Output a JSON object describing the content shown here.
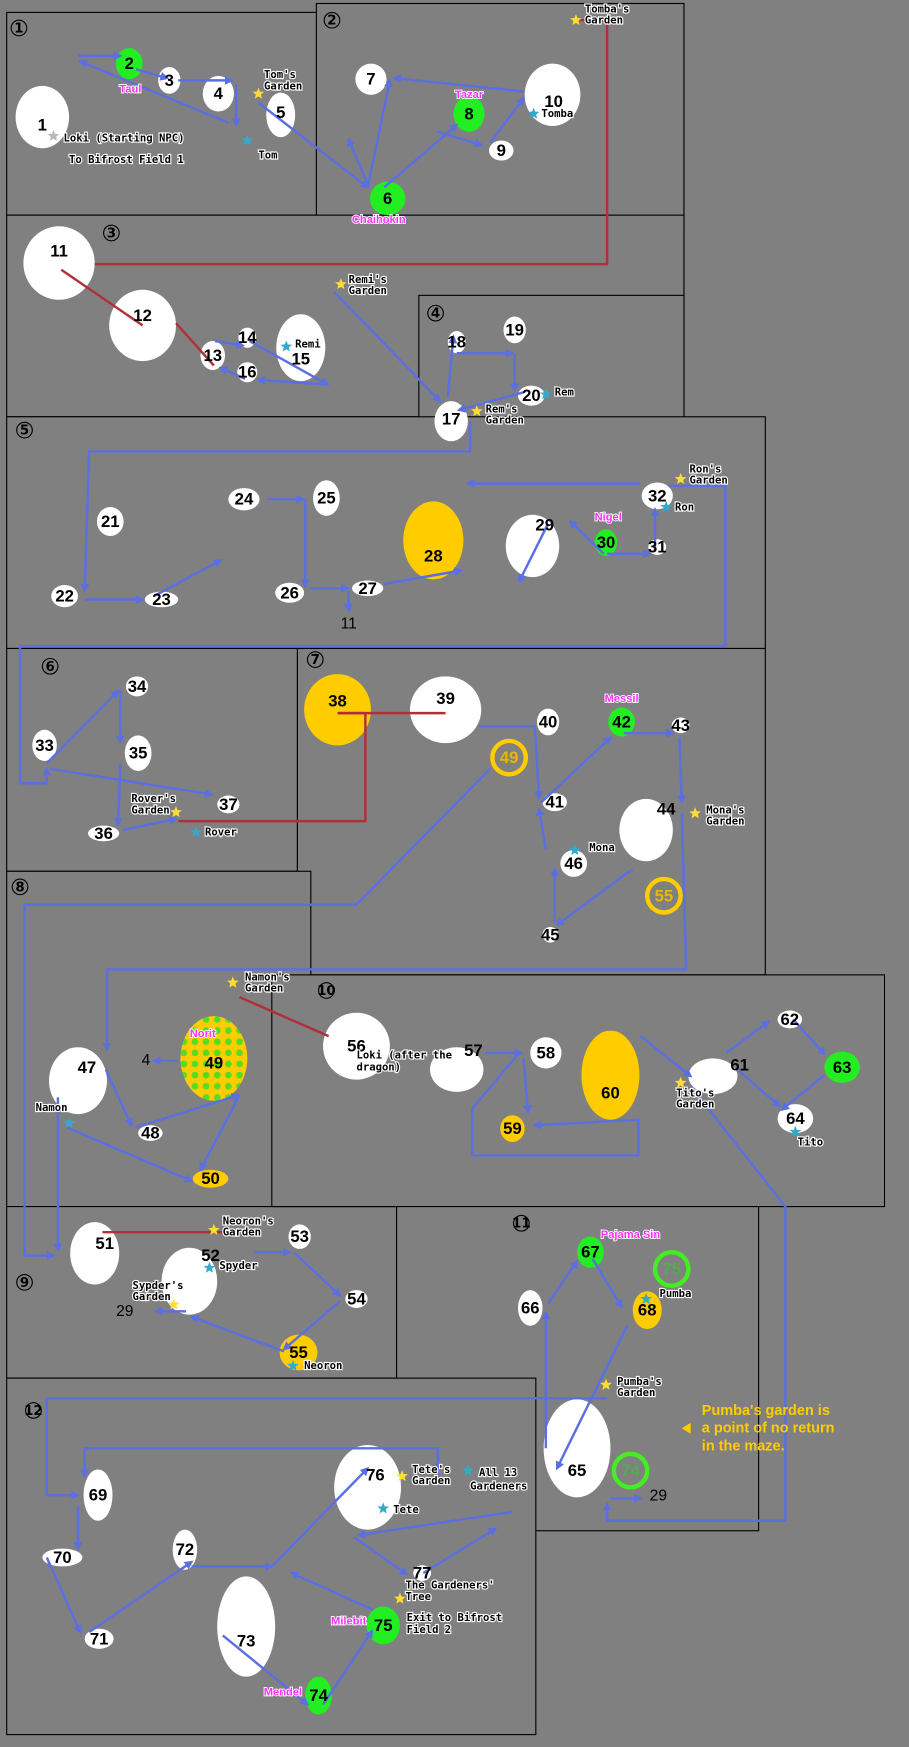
{
  "title": "Bifrost maze map",
  "colors": {
    "blue_path": "#5b6fe0",
    "red_path": "#b0303a",
    "white_area": "#ffffff",
    "green_area": "#22ee22",
    "yellow_area": "#ffcc00",
    "npc": "#ff30ff",
    "npc_star": "#33aacc",
    "garden_star": "#ffdd33",
    "note": "#ffcc00"
  },
  "regions": [
    "1",
    "2",
    "3",
    "4",
    "5",
    "6",
    "7",
    "8",
    "9",
    "10",
    "11",
    "12"
  ],
  "nodes": [
    {
      "id": "1",
      "kind": "white"
    },
    {
      "id": "2",
      "kind": "green"
    },
    {
      "id": "3",
      "kind": "white"
    },
    {
      "id": "4",
      "kind": "white"
    },
    {
      "id": "5",
      "kind": "white"
    },
    {
      "id": "6",
      "kind": "green"
    },
    {
      "id": "7",
      "kind": "white"
    },
    {
      "id": "8",
      "kind": "green"
    },
    {
      "id": "9",
      "kind": "white"
    },
    {
      "id": "10",
      "kind": "white"
    },
    {
      "id": "11",
      "kind": "white"
    },
    {
      "id": "12",
      "kind": "white"
    },
    {
      "id": "13",
      "kind": "white"
    },
    {
      "id": "14",
      "kind": "white"
    },
    {
      "id": "15",
      "kind": "white"
    },
    {
      "id": "16",
      "kind": "white"
    },
    {
      "id": "17",
      "kind": "white"
    },
    {
      "id": "18",
      "kind": "white"
    },
    {
      "id": "19",
      "kind": "white"
    },
    {
      "id": "20",
      "kind": "white"
    },
    {
      "id": "21",
      "kind": "white"
    },
    {
      "id": "22",
      "kind": "white"
    },
    {
      "id": "23",
      "kind": "white"
    },
    {
      "id": "24",
      "kind": "white"
    },
    {
      "id": "25",
      "kind": "white"
    },
    {
      "id": "26",
      "kind": "white"
    },
    {
      "id": "27",
      "kind": "white"
    },
    {
      "id": "28",
      "kind": "yellow"
    },
    {
      "id": "29",
      "kind": "white"
    },
    {
      "id": "30",
      "kind": "green"
    },
    {
      "id": "31",
      "kind": "white"
    },
    {
      "id": "32",
      "kind": "white"
    },
    {
      "id": "33",
      "kind": "white"
    },
    {
      "id": "34",
      "kind": "white"
    },
    {
      "id": "35",
      "kind": "white"
    },
    {
      "id": "36",
      "kind": "white"
    },
    {
      "id": "37",
      "kind": "white"
    },
    {
      "id": "38",
      "kind": "yellow"
    },
    {
      "id": "39",
      "kind": "white"
    },
    {
      "id": "40",
      "kind": "white"
    },
    {
      "id": "41",
      "kind": "white"
    },
    {
      "id": "42",
      "kind": "green"
    },
    {
      "id": "43",
      "kind": "white"
    },
    {
      "id": "44",
      "kind": "white"
    },
    {
      "id": "45",
      "kind": "white"
    },
    {
      "id": "46",
      "kind": "white"
    },
    {
      "id": "47",
      "kind": "white"
    },
    {
      "id": "48",
      "kind": "white"
    },
    {
      "id": "49",
      "kind": "yellow-dotted"
    },
    {
      "id": "50",
      "kind": "yellow"
    },
    {
      "id": "51",
      "kind": "white"
    },
    {
      "id": "52",
      "kind": "white"
    },
    {
      "id": "53",
      "kind": "white"
    },
    {
      "id": "54",
      "kind": "white"
    },
    {
      "id": "55",
      "kind": "yellow"
    },
    {
      "id": "56",
      "kind": "white"
    },
    {
      "id": "57",
      "kind": "white"
    },
    {
      "id": "58",
      "kind": "white"
    },
    {
      "id": "59",
      "kind": "yellow"
    },
    {
      "id": "60",
      "kind": "yellow"
    },
    {
      "id": "61",
      "kind": "white"
    },
    {
      "id": "62",
      "kind": "white"
    },
    {
      "id": "63",
      "kind": "green"
    },
    {
      "id": "64",
      "kind": "white"
    },
    {
      "id": "65",
      "kind": "white"
    },
    {
      "id": "66",
      "kind": "white"
    },
    {
      "id": "67",
      "kind": "green"
    },
    {
      "id": "68",
      "kind": "yellow"
    },
    {
      "id": "69",
      "kind": "white"
    },
    {
      "id": "70",
      "kind": "white"
    },
    {
      "id": "71",
      "kind": "white"
    },
    {
      "id": "72",
      "kind": "white"
    },
    {
      "id": "73",
      "kind": "white"
    },
    {
      "id": "74",
      "kind": "green"
    },
    {
      "id": "75",
      "kind": "green"
    },
    {
      "id": "76",
      "kind": "white"
    },
    {
      "id": "77",
      "kind": "white"
    }
  ],
  "rings": [
    {
      "id": "49",
      "color": "yellow"
    },
    {
      "id": "55",
      "color": "yellow"
    },
    {
      "id": "75",
      "color": "green"
    },
    {
      "id": "74",
      "color": "green"
    }
  ],
  "exit_refs": [
    "11",
    "4",
    "29",
    "29"
  ],
  "monsters": [
    "Taul",
    "Tazar",
    "Chaihokin",
    "Nigel",
    "Messil",
    "Norit",
    "Pajama Sin",
    "Milebit",
    "Mendel"
  ],
  "gardeners": [
    "Tom",
    "Tomba",
    "Remi",
    "Rem",
    "Ron",
    "Mona",
    "Rover",
    "Namon",
    "Spyder",
    "Neoron",
    "Tito",
    "Pumba",
    "Tete",
    "All 13 Gardeners"
  ],
  "gardens": [
    [
      "Tom's",
      "Garden"
    ],
    [
      "Tomba's",
      "Garden"
    ],
    [
      "Remi's",
      "Garden"
    ],
    [
      "Rem's",
      "Garden"
    ],
    [
      "Ron's",
      "Garden"
    ],
    [
      "Rover's",
      "Garden"
    ],
    [
      "Mona's",
      "Garden"
    ],
    [
      "Namon's",
      "Garden"
    ],
    [
      "Neoron's",
      "Garden"
    ],
    [
      "Sypder's",
      "Garden"
    ],
    [
      "Tito's",
      "Garden"
    ],
    [
      "Pumba's",
      "Garden"
    ],
    [
      "Tete's",
      "Garden"
    ],
    [
      "The Gardeners'",
      "Tree"
    ]
  ],
  "notes": [
    [
      "Loki (Starting NPC)"
    ],
    [
      "To Bifrost Field 1"
    ],
    [
      "Loki (after the",
      "dragon)"
    ],
    [
      "Exit to Bifrost",
      "Field 2"
    ],
    [
      "Pumba's garden is",
      "a point of no return",
      "in the maze."
    ]
  ]
}
